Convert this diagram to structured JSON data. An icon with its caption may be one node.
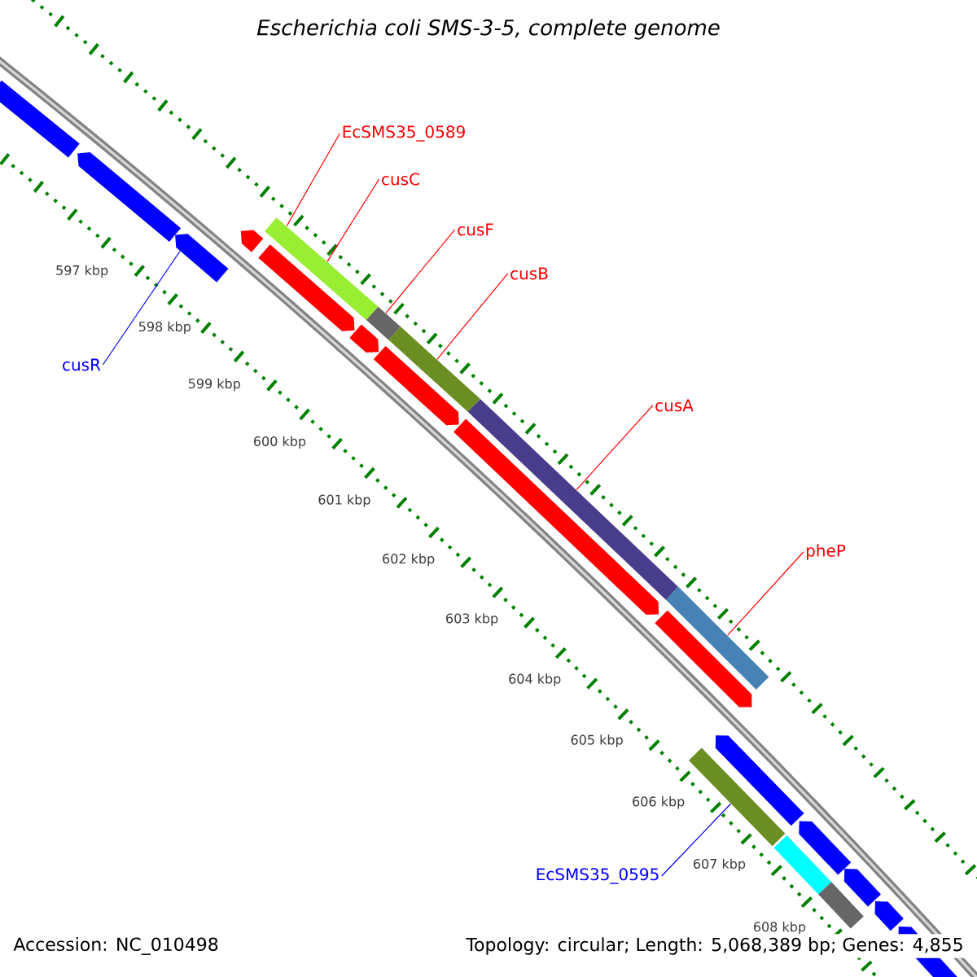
{
  "diagram": {
    "title": "Escherichia coli SMS-3-5, complete genome",
    "nodes": [
      {
        "text": [
          "EcSMS35_0589"
        ]
      },
      {
        "text": [
          "cusC"
        ]
      },
      {
        "text": [
          "cusF"
        ]
      },
      {
        "text": [
          "cusB"
        ]
      },
      {
        "text": [
          "cusR"
        ]
      },
      {
        "text": [
          "cusA"
        ]
      },
      {
        "text": [
          "pheP"
        ]
      },
      {
        "text": [
          "EcSMS35_0595"
        ]
      },
      {
        "text": [],
        "shape": "bar"
      },
      {
        "text": [],
        "shape": "bar"
      },
      {
        "text": [],
        "shape": "bar"
      },
      {
        "text": [],
        "shape": "bar"
      },
      {
        "text": [],
        "shape": "bar"
      },
      {
        "text": [],
        "shape": "bar"
      },
      {
        "text": [],
        "shape": "bar"
      },
      {
        "text": [],
        "shape": "bar"
      },
      {
        "text": [],
        "shape": "bar"
      },
      {
        "text": [],
        "shape": "bar"
      },
      {
        "text": [],
        "shape": "bar"
      },
      {
        "text": [],
        "shape": "bar"
      },
      {
        "text": [],
        "shape": "bar"
      },
      {
        "text": [],
        "shape": "bar"
      },
      {
        "text": [],
        "shape": "bar"
      },
      {
        "text": [],
        "shape": "bar"
      },
      {
        "text": [],
        "shape": "bar"
      },
      {
        "text": [],
        "shape": "bar"
      },
      {
        "text": [],
        "shape": "bar"
      },
      {
        "text": [],
        "shape": "bar"
      },
      {
        "text": [],
        "shape": "bar"
      },
      {
        "text": [],
        "shape": "bar"
      }
    ],
    "edges": [
      {
        "from": 0,
        "to": 12,
        "arrow": "none"
      },
      {
        "from": 1,
        "to": 12,
        "arrow": "none"
      },
      {
        "from": 2,
        "to": 14,
        "arrow": "none"
      },
      {
        "from": 3,
        "to": 16,
        "arrow": "none"
      },
      {
        "from": 4,
        "to": 10,
        "arrow": "none",
        "color": "#0000ff"
      },
      {
        "from": 5,
        "to": 18,
        "arrow": "none"
      },
      {
        "from": 6,
        "to": 20,
        "arrow": "none"
      },
      {
        "from": 7,
        "to": 22,
        "arrow": "none",
        "color": "#0000ff"
      }
    ],
    "labels": [
      "597 kbp",
      "598 kbp",
      "599 kbp",
      "600 kbp",
      "601 kbp",
      "602 kbp",
      "603 kbp",
      "604 kbp",
      "605 kbp",
      "606 kbp",
      "607 kbp",
      "608 kbp",
      "Accession: NC_010498",
      "Topology: circular; Length: 5,068,389 bp; Genes: 4,855"
    ]
  }
}
